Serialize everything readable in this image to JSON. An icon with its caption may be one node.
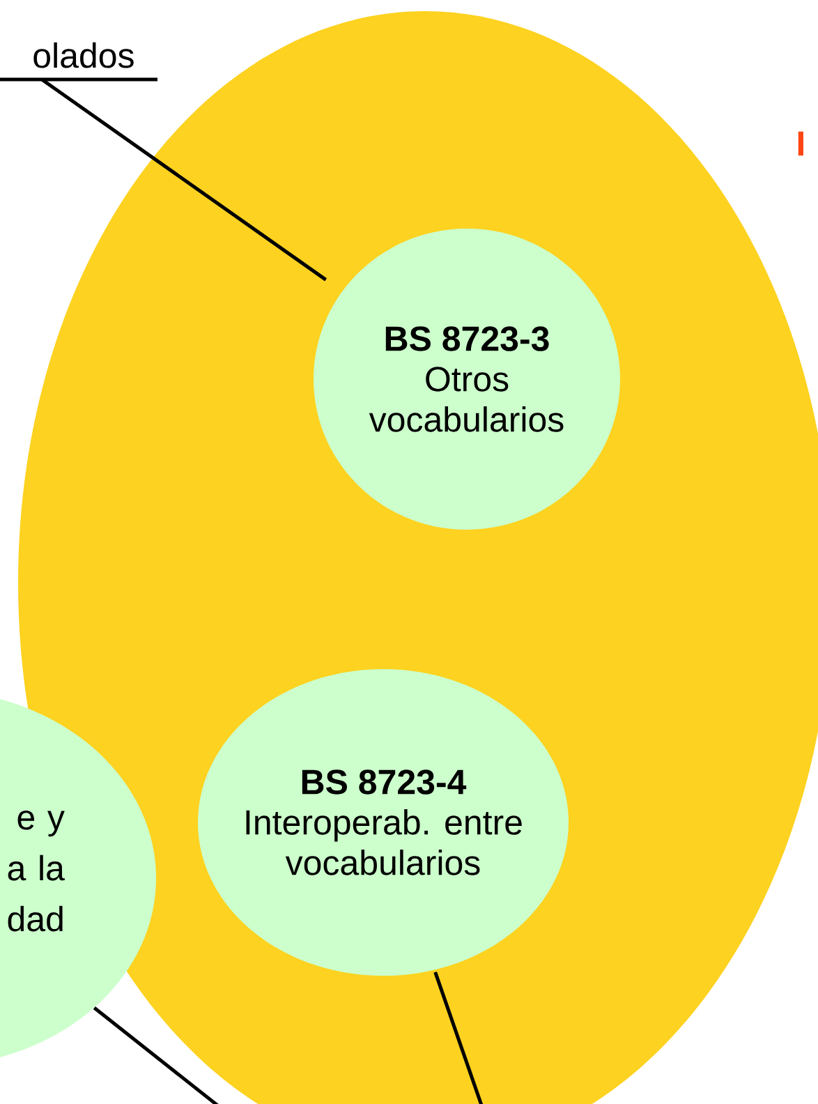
{
  "diagram": {
    "nodes": [
      {
        "text": [],
        "shape": "ellipse"
      },
      {
        "text": [
          "olados"
        ]
      },
      {
        "text": [
          "BS 8723-3",
          "Otros vocabularios"
        ],
        "in": 0
      },
      {
        "text": [
          "BS 8723-4",
          "Interoperab. entre vocabularios"
        ],
        "in": 0
      },
      {
        "text": [
          "e y a la dad"
        ]
      }
    ],
    "edges": [
      {
        "from": 1,
        "to": 2,
        "arrow": "none"
      },
      {
        "from": 3,
        "to": null,
        "arrow": "none"
      },
      {
        "from": 4,
        "to": null,
        "arrow": "none"
      }
    ],
    "labels": [
      "I"
    ]
  }
}
